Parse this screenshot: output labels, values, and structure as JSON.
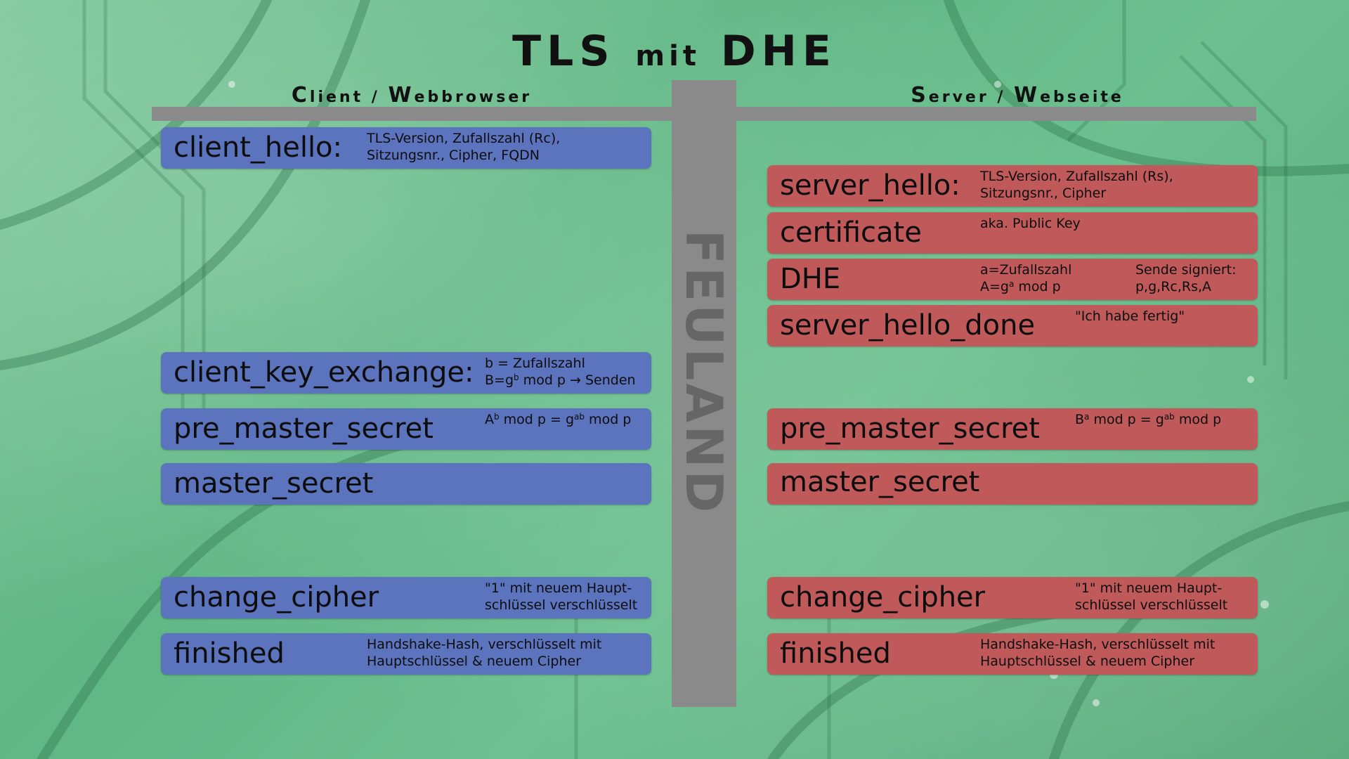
{
  "title": {
    "main": "TLS",
    "small": "mit",
    "end": "DHE"
  },
  "client_header": {
    "c1": "C",
    "c2": "lient / ",
    "w1": "W",
    "w2": "ebbrowser"
  },
  "server_header": {
    "s1": "S",
    "s2": "erver / ",
    "w1": "W",
    "w2": "ebseite"
  },
  "logo_text": "FEULAND",
  "colors": {
    "client_box": "#5b74bd",
    "server_box": "#c05a5a",
    "bar": "#8a8a8a"
  },
  "client": {
    "client_hello": {
      "label": "client_hello:",
      "line1": "TLS-Version, Zufallszahl (Rc),",
      "line2": "Sitzungsnr., Cipher, FQDN"
    },
    "client_key_exchange": {
      "label": "client_key_exchange:",
      "line1": "b = Zufallszahl",
      "line2_pre": "B=g",
      "line2_sup": "b",
      "line2_post": " mod p → Senden"
    },
    "pre_master_secret": {
      "label": "pre_master_secret",
      "a": "A",
      "a_sup": "b",
      "mid": " mod p = g",
      "g_sup": "ab",
      "end": " mod p"
    },
    "master_secret": {
      "label": "master_secret"
    },
    "change_cipher": {
      "label": "change_cipher",
      "line1": "\"1\" mit neuem Haupt-",
      "line2": "schlüssel verschlüsselt"
    },
    "finished": {
      "label": "finished",
      "line1": "Handshake-Hash, verschlüsselt mit",
      "line2": "Hauptschlüssel & neuem Cipher"
    }
  },
  "server": {
    "server_hello": {
      "label": "server_hello:",
      "line1": "TLS-Version, Zufallszahl (Rs),",
      "line2": "Sitzungsnr., Cipher"
    },
    "certificate": {
      "label": "certificate",
      "line1": "aka. Public Key"
    },
    "dhe": {
      "label": "DHE",
      "line1": "a=Zufallszahl",
      "line2_pre": "A=g",
      "line2_sup": "a",
      "line2_post": " mod p",
      "sig1": "Sende signiert:",
      "sig2": "p,g,Rc,Rs,A"
    },
    "server_hello_done": {
      "label": "server_hello_done",
      "line1": "\"Ich habe fertig\""
    },
    "pre_master_secret": {
      "label": "pre_master_secret",
      "b": "B",
      "b_sup": "a",
      "mid": " mod p =  g",
      "g_sup": "ab",
      "end": " mod p"
    },
    "master_secret": {
      "label": "master_secret"
    },
    "change_cipher": {
      "label": "change_cipher",
      "line1": "\"1\" mit neuem Haupt-",
      "line2": "schlüssel verschlüsselt"
    },
    "finished": {
      "label": "finished",
      "line1": "Handshake-Hash, verschlüsselt mit",
      "line2": "Hauptschlüssel & neuem Cipher"
    }
  }
}
